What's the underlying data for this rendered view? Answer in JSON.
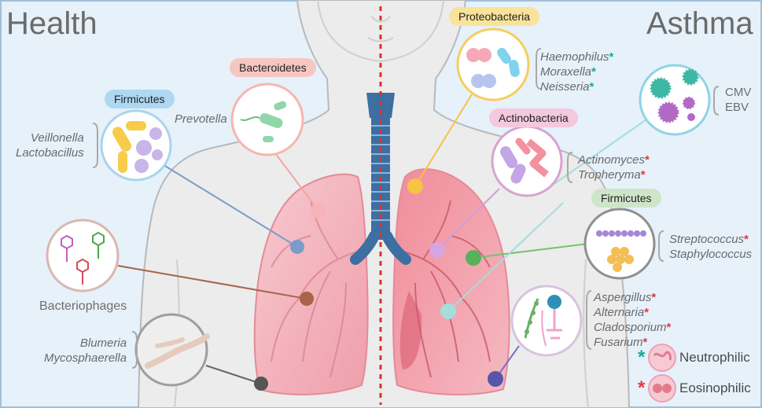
{
  "titles": {
    "left": "Health",
    "right": "Asthma"
  },
  "pills": {
    "firmicutes_left": "Firmicutes",
    "bacteroidetes": "Bacteroidetes",
    "proteobacteria": "Proteobacteria",
    "actinobacteria": "Actinobacteria",
    "firmicutes_right": "Firmicutes"
  },
  "labels": {
    "firmicutes_left": [
      "Veillonella",
      "Lactobacillus"
    ],
    "bacteroidetes": "Prevotella",
    "bacteriophages": "Bacteriophages",
    "fungi_left": [
      "Blumeria",
      "Mycosphaerella"
    ],
    "proteobacteria": [
      "Haemophilus",
      "Moraxella",
      "Neisseria"
    ],
    "virus": [
      "CMV",
      "EBV"
    ],
    "actinobacteria": [
      "Actinomyces",
      "Tropheryma"
    ],
    "firmicutes_right": [
      "Streptococcus",
      "Staphylococcus"
    ],
    "fungi_right": [
      "Aspergillus",
      "Alternaria",
      "Cladosporium",
      "Fusarium"
    ]
  },
  "markers": {
    "asterisk": "*"
  },
  "legend": {
    "teal": "Neutrophilic",
    "red": "Eosinophilic"
  },
  "colors": {
    "teal_asterisk": "#19a79a",
    "red_asterisk": "#e0393e",
    "firmicutes_pill": "#aed8f2",
    "bacteroidetes_pill": "#f6c7c2",
    "proteobacteria_pill": "#f9e39a",
    "actinobacteria_pill": "#f3c9df",
    "firmicutes_right_pill": "#cfe5c9",
    "trachea": "#3d6fa3",
    "lung": "#f3b3bb"
  }
}
